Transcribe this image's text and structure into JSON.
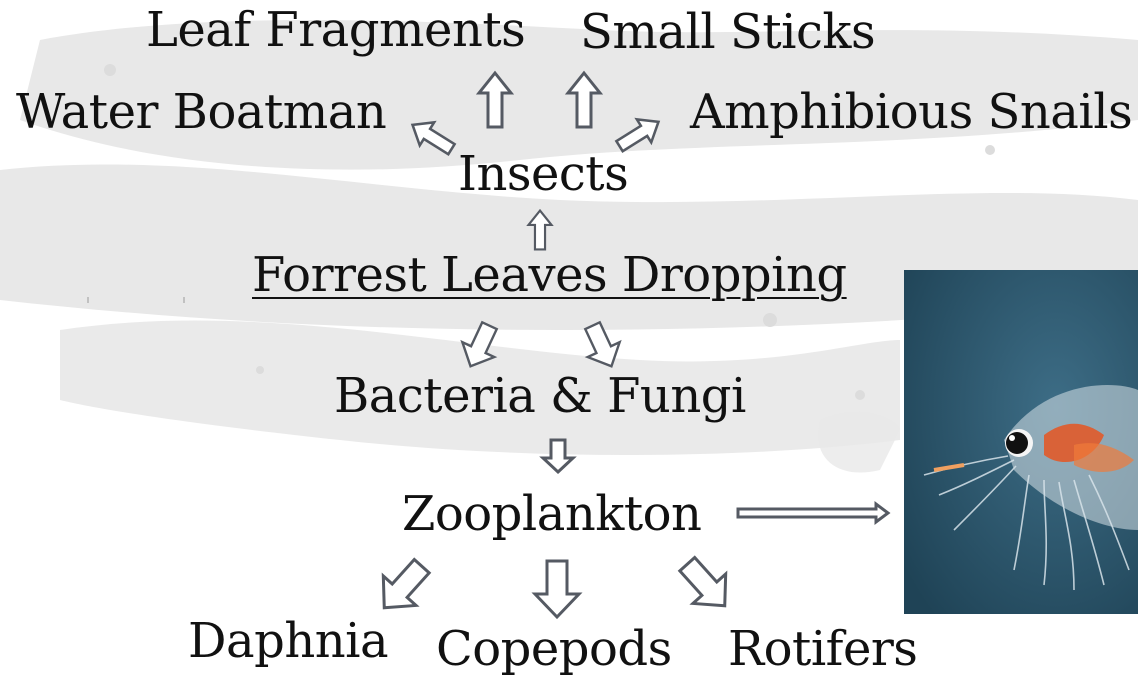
{
  "diagram": {
    "center": "Forrest Leaves Dropping",
    "upper": {
      "node": "Insects",
      "items": [
        "Leaf Fragments",
        "Small Sticks",
        "Water Boatman",
        "Amphibious Snails"
      ]
    },
    "lower": {
      "node1": "Bacteria & Fungi",
      "node2": "Zooplankton",
      "items": [
        "Daphnia",
        "Copepods",
        "Rotifers"
      ]
    }
  },
  "photo": {
    "subject": "shrimp-like zooplankton on blue-teal background"
  },
  "colors": {
    "arrow_stroke": "#555a63",
    "text": "#111111",
    "photo_bg": "#2f5a72",
    "brush_gray": "#e6e6e6"
  }
}
